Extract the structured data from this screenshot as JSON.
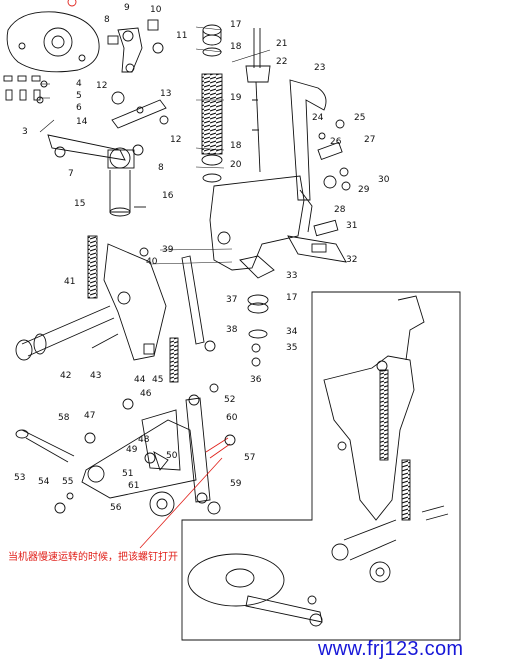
{
  "labels": [
    {
      "id": "3",
      "t": "3"
    },
    {
      "id": "4",
      "t": "4"
    },
    {
      "id": "5",
      "t": "5"
    },
    {
      "id": "6",
      "t": "6"
    },
    {
      "id": "7",
      "t": "7"
    },
    {
      "id": "8a",
      "t": "8"
    },
    {
      "id": "8b",
      "t": "8"
    },
    {
      "id": "9",
      "t": "9"
    },
    {
      "id": "10",
      "t": "10"
    },
    {
      "id": "11",
      "t": "11"
    },
    {
      "id": "12a",
      "t": "12"
    },
    {
      "id": "12b",
      "t": "12"
    },
    {
      "id": "13",
      "t": "13"
    },
    {
      "id": "14",
      "t": "14"
    },
    {
      "id": "15",
      "t": "15"
    },
    {
      "id": "16",
      "t": "16"
    },
    {
      "id": "17a",
      "t": "17"
    },
    {
      "id": "17b",
      "t": "17"
    },
    {
      "id": "18a",
      "t": "18"
    },
    {
      "id": "18b",
      "t": "18"
    },
    {
      "id": "19",
      "t": "19"
    },
    {
      "id": "20",
      "t": "20"
    },
    {
      "id": "21",
      "t": "21"
    },
    {
      "id": "22",
      "t": "22"
    },
    {
      "id": "23",
      "t": "23"
    },
    {
      "id": "24",
      "t": "24"
    },
    {
      "id": "25",
      "t": "25"
    },
    {
      "id": "26",
      "t": "26"
    },
    {
      "id": "27",
      "t": "27"
    },
    {
      "id": "28",
      "t": "28"
    },
    {
      "id": "29",
      "t": "29"
    },
    {
      "id": "30",
      "t": "30"
    },
    {
      "id": "31",
      "t": "31"
    },
    {
      "id": "32",
      "t": "32"
    },
    {
      "id": "33",
      "t": "33"
    },
    {
      "id": "34",
      "t": "34"
    },
    {
      "id": "35",
      "t": "35"
    },
    {
      "id": "36",
      "t": "36"
    },
    {
      "id": "37",
      "t": "37"
    },
    {
      "id": "38",
      "t": "38"
    },
    {
      "id": "39",
      "t": "39"
    },
    {
      "id": "40",
      "t": "40"
    },
    {
      "id": "41",
      "t": "41"
    },
    {
      "id": "42",
      "t": "42"
    },
    {
      "id": "43",
      "t": "43"
    },
    {
      "id": "44",
      "t": "44"
    },
    {
      "id": "45",
      "t": "45"
    },
    {
      "id": "46",
      "t": "46"
    },
    {
      "id": "47",
      "t": "47"
    },
    {
      "id": "48",
      "t": "48"
    },
    {
      "id": "49",
      "t": "49"
    },
    {
      "id": "50",
      "t": "50"
    },
    {
      "id": "51",
      "t": "51"
    },
    {
      "id": "52",
      "t": "52"
    },
    {
      "id": "53",
      "t": "53"
    },
    {
      "id": "54",
      "t": "54"
    },
    {
      "id": "55",
      "t": "55"
    },
    {
      "id": "56",
      "t": "56"
    },
    {
      "id": "57",
      "t": "57"
    },
    {
      "id": "58",
      "t": "58"
    },
    {
      "id": "59",
      "t": "59"
    },
    {
      "id": "60",
      "t": "60"
    },
    {
      "id": "61",
      "t": "61"
    }
  ],
  "note_text": "当机器慢速运转的时候，把该螺钉打开",
  "watermark": "www.frj123.com",
  "colors": {
    "line": "#111111",
    "note": "#e0201a",
    "watermark": "#1818d8"
  }
}
